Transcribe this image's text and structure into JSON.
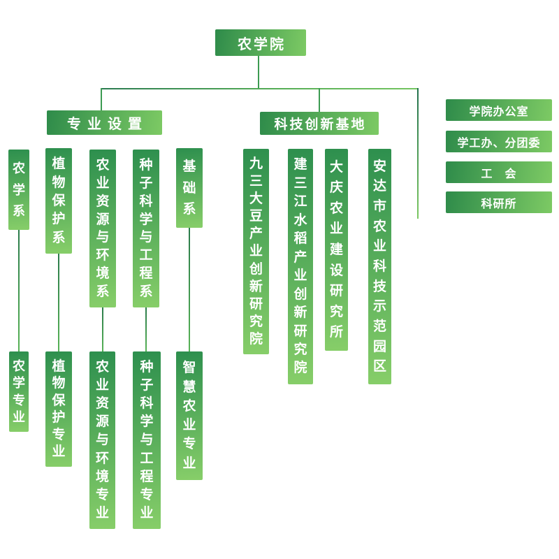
{
  "chart": {
    "root": "农学院",
    "branch_left": "专业设置",
    "branch_right": "科技创新基地",
    "departments": [
      "农学系",
      "植物保护系",
      "农业资源与环境系",
      "种子科学与工程系",
      "基础系"
    ],
    "majors": [
      "农学专业",
      "植物保护专业",
      "农业资源与环境专业",
      "种子科学与工程专业",
      "智慧农业专业"
    ],
    "institutes": [
      "九三大豆产业创新研究院",
      "建三江水稻产业创新研究院",
      "大庆农业建设研究所",
      "安达市农业科技示范园区"
    ],
    "admin_offices": [
      "学院办公室",
      "学工办、分团委",
      "工　会",
      "科研所"
    ],
    "colors": {
      "box_dark": "#2e8b4a",
      "box_light": "#7dca64",
      "vbox_dark": "#2d8f4e",
      "vbox_light": "#87ce69",
      "line": "#3c9b52",
      "text": "#ffffff"
    }
  }
}
